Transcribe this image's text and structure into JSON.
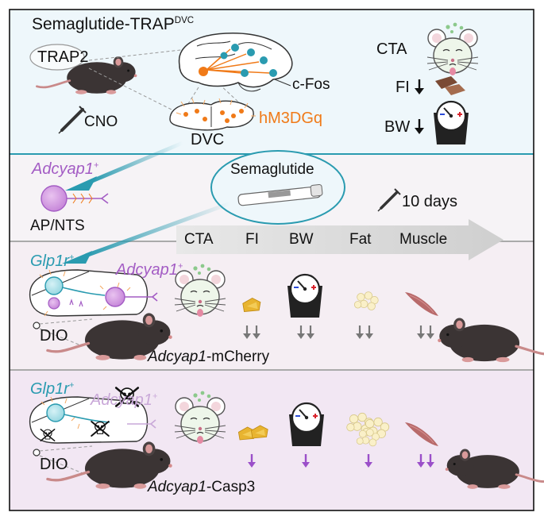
{
  "panel1": {
    "title": "Semaglutide-TRAP",
    "title_sup": "DVC",
    "trap2_label": "TRAP2",
    "cno_label": "CNO",
    "cfos_label": "c-Fos",
    "hm3dgq_label": "hM3DGq",
    "dvc_label": "DVC",
    "cta_label": "CTA",
    "fi_label": "FI",
    "bw_label": "BW",
    "accent_color": "#f07a18"
  },
  "panel2": {
    "adcyap1_label": "Adcyap1",
    "adcyap1_sup": "+",
    "apnts_label": "AP/NTS",
    "semaglutide_label": "Semaglutide",
    "duration_label": "10 days",
    "adcyap1_color": "#a35cc4",
    "teal_color": "#2a9bb0"
  },
  "measures": [
    "CTA",
    "FI",
    "BW",
    "Fat",
    "Muscle"
  ],
  "panel3": {
    "glp1r_label": "Glp1r",
    "glp1r_sup": "+",
    "adcyap1_label": "Adcyap1",
    "adcyap1_sup": "+",
    "dio_label": "DIO",
    "construct_gene": "Adcyap1",
    "construct_suffix": "-mCherry"
  },
  "panel4": {
    "glp1r_label": "Glp1r",
    "glp1r_sup": "+",
    "adcyap1_label": "Adcyap1",
    "adcyap1_sup": "+",
    "dio_label": "DIO",
    "construct_gene": "Adcyap1",
    "construct_suffix": "-Casp3",
    "arrow_color": "#9b4fc9"
  }
}
